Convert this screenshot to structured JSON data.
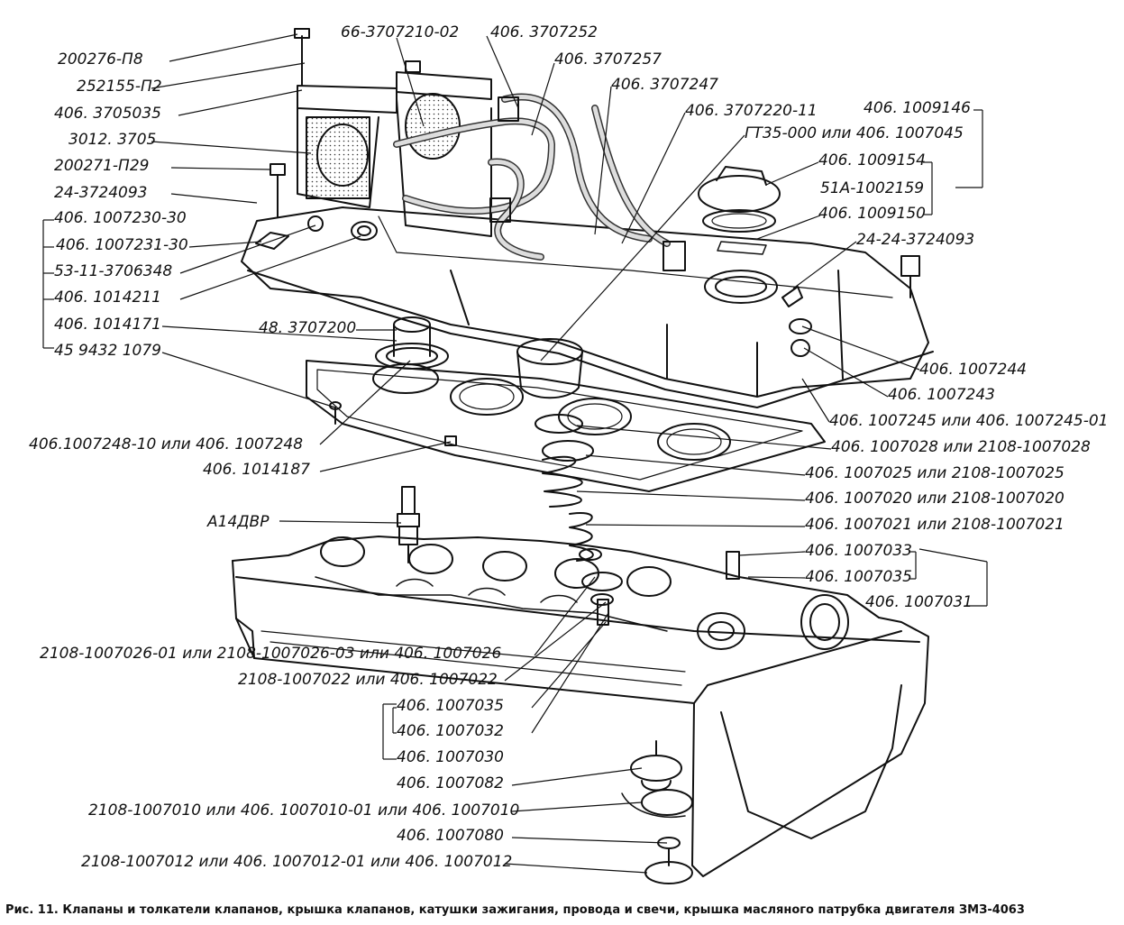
{
  "caption": "Рис. 11. Клапаны и толкатели клапанов, крышка клапанов, катушки зажигания, провода и свечи, крышка масляного патрубка двигателя ЗМЗ-4063",
  "labels": {
    "l01": "200276-П8",
    "l02": "252155-П2",
    "l03": "406. 3705035",
    "l04": "3012. 3705",
    "l05": "200271-П29",
    "l06": "24-3724093",
    "l07": "406. 1007230-30",
    "l08": "406. 1007231-30",
    "l09": "53-11-3706348",
    "l10": "406. 1014211",
    "l11": "406. 1014171",
    "l12": "45 9432 1079",
    "l13": "66-3707210-02",
    "l14": "406. 3707252",
    "l15": "406. 3707257",
    "l16": "406. 3707247",
    "l17": "406. 3707220-11",
    "l18": "ГТ35-000 или 406. 1007045",
    "l19": "406. 1009146",
    "l20": "406. 1009154",
    "l21": "51А-1002159",
    "l22": "406. 1009150",
    "l23": "24-24-3724093",
    "l24": "48. 3707200",
    "l25": "406. 1007244",
    "l26": "406. 1007243",
    "l27": "406. 1007245 или 406. 1007245-01",
    "l28": "406.1007248-10 или 406. 1007248",
    "l29": "406. 1007028 или 2108-1007028",
    "l30": "406. 1014187",
    "l31": "406. 1007025 или 2108-1007025",
    "l32": "406. 1007020 или 2108-1007020",
    "l33": "А14ДВР",
    "l34": "406. 1007021 или 2108-1007021",
    "l35": "406. 1007033",
    "l36": "406. 1007035",
    "l37": "406. 1007031",
    "l38": "2108-1007026-01 или 2108-1007026-03 или 406. 1007026",
    "l39": "2108-1007022 или 406. 1007022",
    "l40": "406. 1007035",
    "l41": "406. 1007032",
    "l42": "406. 1007030",
    "l43": "406. 1007082",
    "l44": "2108-1007010 или 406. 1007010-01 или 406. 1007010",
    "l45": "406. 1007080",
    "l46": "2108-1007012 или 406. 1007012-01 или 406. 1007012"
  }
}
